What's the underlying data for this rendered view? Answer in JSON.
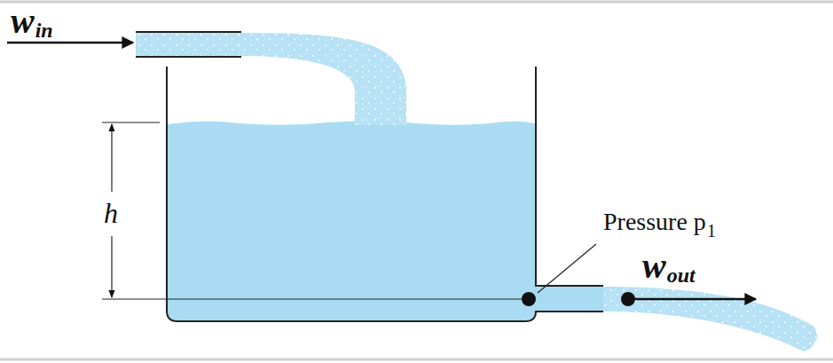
{
  "diagram": {
    "labels": [
      "w",
      "in",
      "h",
      "Pressure p",
      "1",
      "w",
      "out"
    ]
  }
}
